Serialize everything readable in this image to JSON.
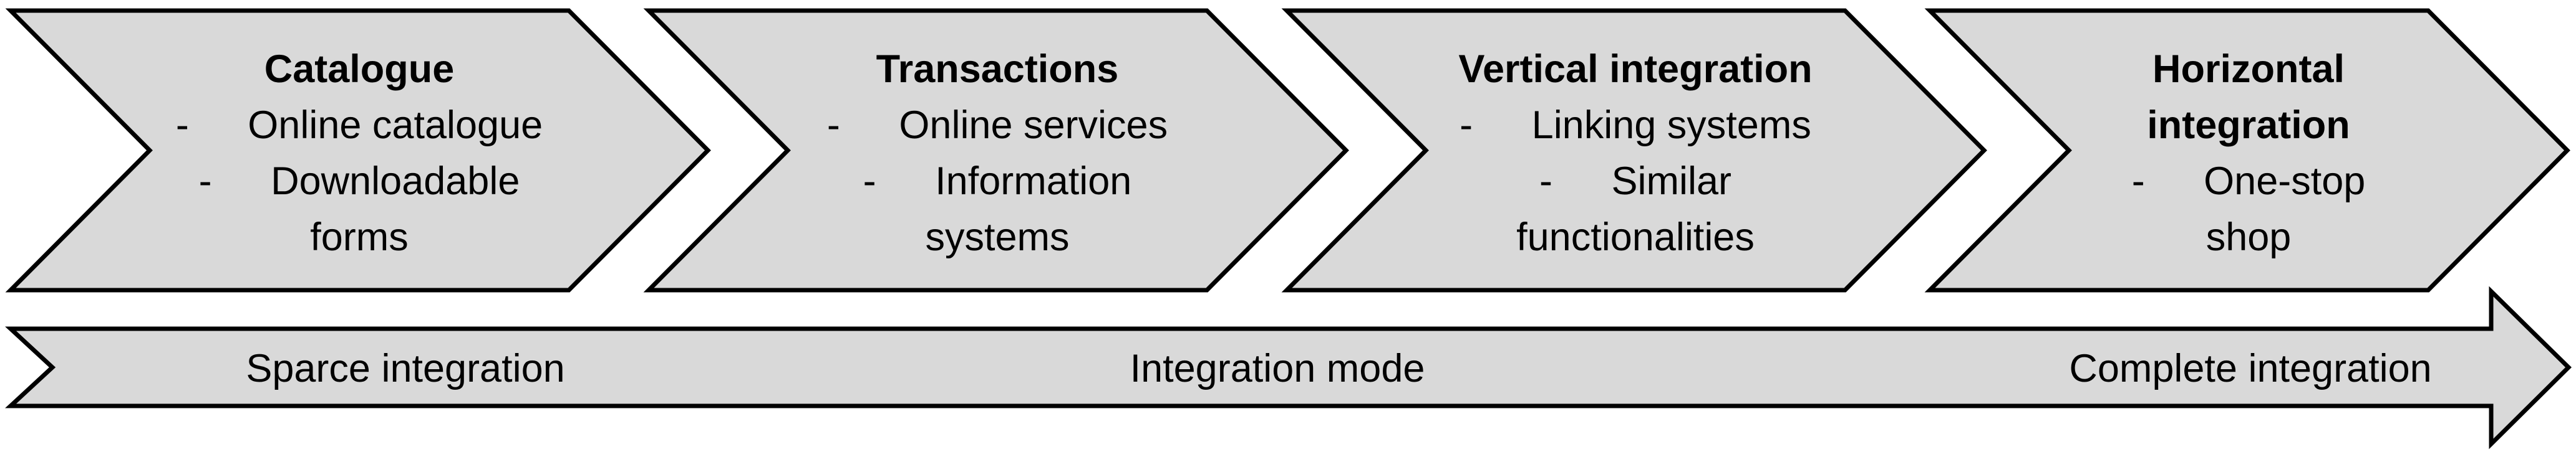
{
  "diagram": {
    "colors": {
      "background": "#ffffff",
      "shape_fill": "#d9d9d9",
      "shape_border": "#000000",
      "text_color": "#000000"
    },
    "stages": [
      {
        "name": "Catalogue",
        "lines": [
          {
            "text": "Catalogue",
            "bold": true
          },
          {
            "text": "-  Online catalogue",
            "bold": false
          },
          {
            "text": "-  Downloadable",
            "bold": false
          },
          {
            "text": "forms",
            "bold": false
          }
        ]
      },
      {
        "name": "Transactions",
        "lines": [
          {
            "text": "Transactions",
            "bold": true
          },
          {
            "text": "-  Online services",
            "bold": false
          },
          {
            "text": "-  Information",
            "bold": false
          },
          {
            "text": "systems",
            "bold": false
          }
        ]
      },
      {
        "name": "Vertical integration",
        "lines": [
          {
            "text": "Vertical integration",
            "bold": true
          },
          {
            "text": "-  Linking systems",
            "bold": false
          },
          {
            "text": "-  Similar",
            "bold": false
          },
          {
            "text": "functionalities",
            "bold": false
          }
        ]
      },
      {
        "name": "Horizontal integration",
        "lines": [
          {
            "text": "Horizontal",
            "bold": true
          },
          {
            "text": "integration",
            "bold": true
          },
          {
            "text": "-  One-stop",
            "bold": false
          },
          {
            "text": "shop",
            "bold": false
          }
        ]
      }
    ],
    "axis": {
      "left_label": "Sparce integration",
      "center_label": "Integration mode",
      "right_label": "Complete integration"
    }
  }
}
